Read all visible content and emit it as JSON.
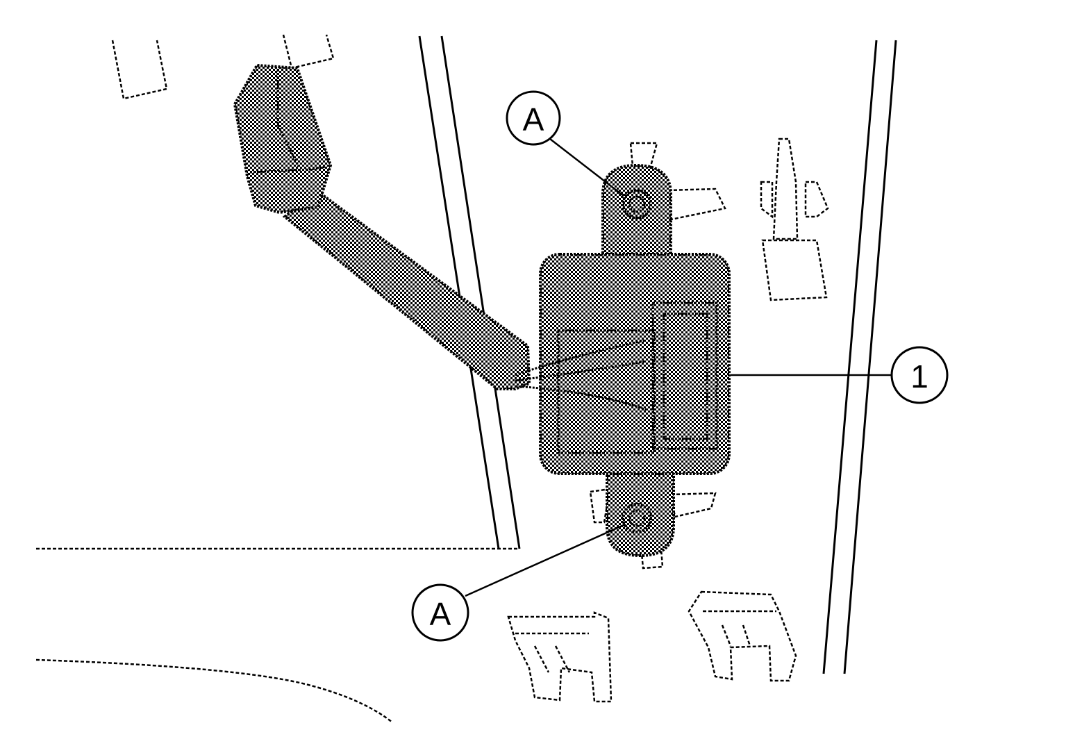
{
  "figure": {
    "callouts": [
      {
        "id": "callout-a-top",
        "label": "A"
      },
      {
        "id": "callout-1",
        "label": "1"
      },
      {
        "id": "callout-a-bottom",
        "label": "A"
      }
    ]
  },
  "colors": {
    "ink": "#000000",
    "paper": "#ffffff"
  }
}
